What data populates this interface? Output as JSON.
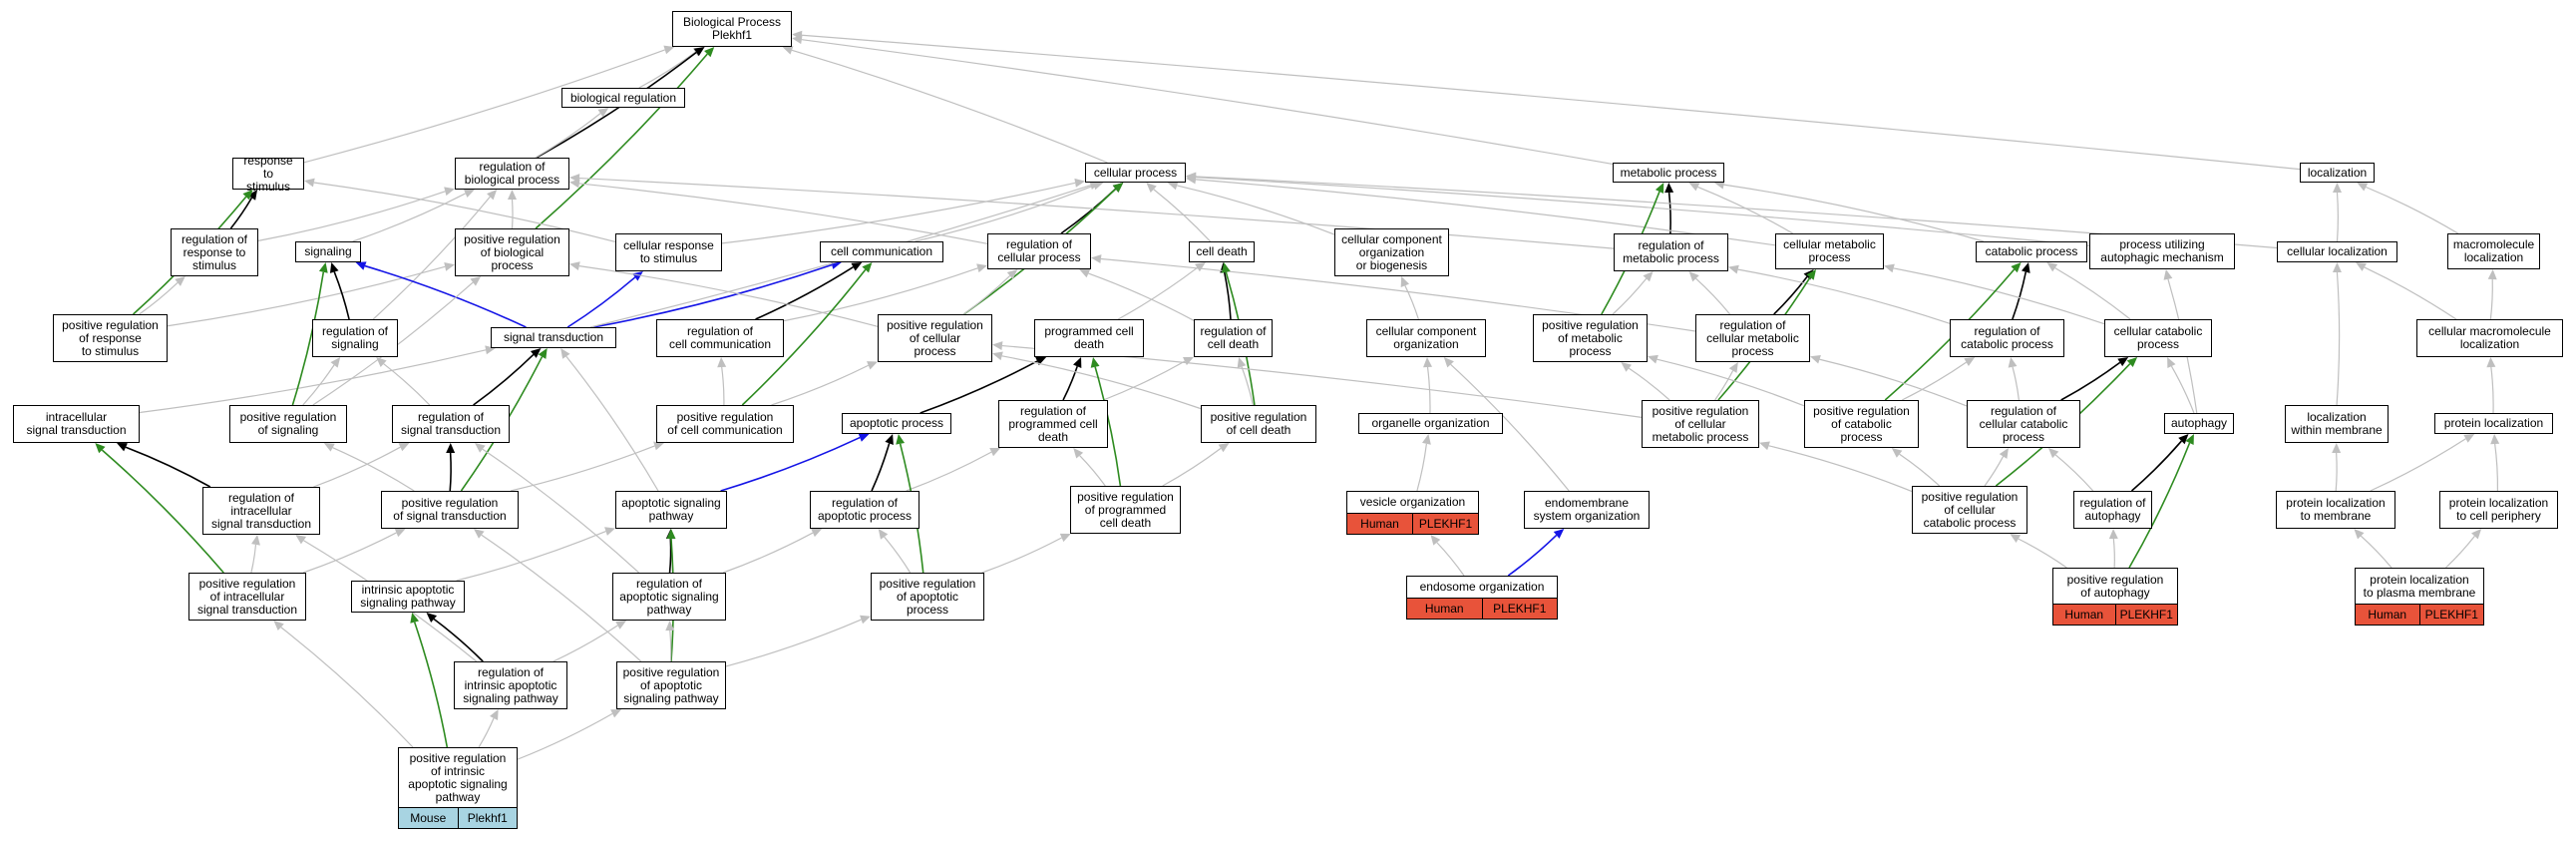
{
  "colors": {
    "edge_default": "#bfbfbf",
    "edge_is_a": "#000000",
    "edge_positive": "#2e8b20",
    "edge_part_of": "#1414e6",
    "human": "#e8533a",
    "mouse": "#a8d4e2"
  },
  "nodes": [
    {
      "id": "bp",
      "label": "Biological Process\nPlekhf1"
    },
    {
      "id": "bioreg",
      "label": "biological regulation"
    },
    {
      "id": "resp_stim",
      "label": "response to\nstimulus"
    },
    {
      "id": "reg_bio",
      "label": "regulation of\nbiological process"
    },
    {
      "id": "cell_proc",
      "label": "cellular process"
    },
    {
      "id": "met_proc",
      "label": "metabolic process"
    },
    {
      "id": "localization",
      "label": "localization"
    },
    {
      "id": "reg_resp",
      "label": "regulation of\nresponse to\nstimulus"
    },
    {
      "id": "signaling",
      "label": "signaling"
    },
    {
      "id": "pos_reg_bio",
      "label": "positive regulation\nof biological\nprocess"
    },
    {
      "id": "cell_resp",
      "label": "cellular response\nto stimulus"
    },
    {
      "id": "cell_comm",
      "label": "cell communication"
    },
    {
      "id": "reg_cell_proc",
      "label": "regulation of\ncellular process"
    },
    {
      "id": "cell_death",
      "label": "cell death"
    },
    {
      "id": "ccob",
      "label": "cellular component\norganization\nor biogenesis"
    },
    {
      "id": "reg_met",
      "label": "regulation of\nmetabolic process"
    },
    {
      "id": "cell_met",
      "label": "cellular metabolic\nprocess"
    },
    {
      "id": "catab",
      "label": "catabolic process"
    },
    {
      "id": "autophag_mech",
      "label": "process utilizing\nautophagic mechanism"
    },
    {
      "id": "cell_local",
      "label": "cellular localization"
    },
    {
      "id": "macro_local",
      "label": "macromolecule\nlocalization"
    },
    {
      "id": "pos_reg_resp",
      "label": "positive regulation\nof response\nto stimulus"
    },
    {
      "id": "reg_signaling",
      "label": "regulation of\nsignaling"
    },
    {
      "id": "sig_trans",
      "label": "signal transduction"
    },
    {
      "id": "reg_cell_comm",
      "label": "regulation of\ncell communication"
    },
    {
      "id": "pos_reg_cell_proc",
      "label": "positive regulation\nof cellular\nprocess"
    },
    {
      "id": "pcd",
      "label": "programmed cell\ndeath"
    },
    {
      "id": "reg_cell_death",
      "label": "regulation of\ncell death"
    },
    {
      "id": "cco",
      "label": "cellular component\norganization"
    },
    {
      "id": "pos_reg_met",
      "label": "positive regulation\nof metabolic\nprocess"
    },
    {
      "id": "reg_cell_met",
      "label": "regulation of\ncellular metabolic\nprocess"
    },
    {
      "id": "reg_catab",
      "label": "regulation of\ncatabolic process"
    },
    {
      "id": "cell_catab",
      "label": "cellular catabolic\nprocess"
    },
    {
      "id": "cell_macro_local",
      "label": "cellular macromolecule\nlocalization"
    },
    {
      "id": "intra_sig",
      "label": "intracellular\nsignal transduction"
    },
    {
      "id": "pos_reg_sig",
      "label": "positive regulation\nof signaling"
    },
    {
      "id": "reg_sig_trans",
      "label": "regulation of\nsignal transduction"
    },
    {
      "id": "pos_reg_cell_comm",
      "label": "positive regulation\nof cell communication"
    },
    {
      "id": "apop",
      "label": "apoptotic process"
    },
    {
      "id": "reg_pcd",
      "label": "regulation of\nprogrammed cell\ndeath"
    },
    {
      "id": "pos_reg_cell_death",
      "label": "positive regulation\nof cell death"
    },
    {
      "id": "org_org",
      "label": "organelle organization"
    },
    {
      "id": "pos_reg_cell_met",
      "label": "positive regulation\nof cellular\nmetabolic process"
    },
    {
      "id": "pos_reg_catab",
      "label": "positive regulation\nof catabolic\nprocess"
    },
    {
      "id": "reg_cell_catab",
      "label": "regulation of\ncellular catabolic\nprocess"
    },
    {
      "id": "autophagy",
      "label": "autophagy"
    },
    {
      "id": "local_in_mem",
      "label": "localization\nwithin membrane"
    },
    {
      "id": "prot_local",
      "label": "protein localization"
    },
    {
      "id": "reg_intra_sig",
      "label": "regulation of\nintracellular\nsignal transduction"
    },
    {
      "id": "pos_reg_sig_trans",
      "label": "positive regulation\nof signal transduction"
    },
    {
      "id": "apop_sig",
      "label": "apoptotic signaling\npathway"
    },
    {
      "id": "reg_apop",
      "label": "regulation of\napoptotic process"
    },
    {
      "id": "pos_reg_pcd",
      "label": "positive regulation\nof programmed\ncell death"
    },
    {
      "id": "vesicle_org",
      "label": "vesicle organization",
      "annotation": [
        "Human",
        "PLEKHF1"
      ]
    },
    {
      "id": "endomem",
      "label": "endomembrane\nsystem organization"
    },
    {
      "id": "pos_reg_cell_catab",
      "label": "positive regulation\nof cellular\ncatabolic process"
    },
    {
      "id": "reg_autophagy",
      "label": "regulation of\nautophagy"
    },
    {
      "id": "prot_local_mem",
      "label": "protein localization\nto membrane"
    },
    {
      "id": "prot_local_periph",
      "label": "protein localization\nto cell periphery"
    },
    {
      "id": "pos_reg_intra_sig",
      "label": "positive regulation\nof intracellular\nsignal transduction"
    },
    {
      "id": "intrinsic_apop",
      "label": "intrinsic apoptotic\nsignaling pathway"
    },
    {
      "id": "reg_apop_sig",
      "label": "regulation of\napoptotic signaling\npathway"
    },
    {
      "id": "pos_reg_apop",
      "label": "positive regulation\nof apoptotic\nprocess"
    },
    {
      "id": "endosome_org",
      "label": "endosome organization",
      "annotation": [
        "Human",
        "PLEKHF1"
      ]
    },
    {
      "id": "pos_reg_autophagy",
      "label": "positive regulation\nof autophagy",
      "annotation": [
        "Human",
        "PLEKHF1"
      ]
    },
    {
      "id": "prot_local_pm",
      "label": "protein localization\nto plasma membrane",
      "annotation": [
        "Human",
        "PLEKHF1"
      ]
    },
    {
      "id": "reg_intrinsic_apop",
      "label": "regulation of\nintrinsic apoptotic\nsignaling pathway"
    },
    {
      "id": "pos_reg_apop_sig",
      "label": "positive regulation\nof apoptotic\nsignaling pathway"
    },
    {
      "id": "pos_reg_intrinsic_apop",
      "label": "positive regulation\nof intrinsic\napoptotic signaling\npathway",
      "annotation": [
        "Mouse",
        "Plekhf1"
      ]
    }
  ],
  "edges": [
    {
      "from": "bioreg",
      "to": "bp",
      "type": "default"
    },
    {
      "from": "resp_stim",
      "to": "bp",
      "type": "default"
    },
    {
      "from": "reg_bio",
      "to": "bp",
      "type": "is_a"
    },
    {
      "from": "reg_bio",
      "to": "bioreg",
      "type": "default"
    },
    {
      "from": "pos_reg_bio",
      "to": "bp",
      "type": "positive"
    },
    {
      "from": "cell_proc",
      "to": "bp",
      "type": "default"
    },
    {
      "from": "met_proc",
      "to": "bp",
      "type": "default"
    },
    {
      "from": "localization",
      "to": "bp",
      "type": "default"
    },
    {
      "from": "reg_resp",
      "to": "resp_stim",
      "type": "is_a"
    },
    {
      "from": "reg_resp",
      "to": "reg_bio",
      "type": "default"
    },
    {
      "from": "pos_reg_resp",
      "to": "resp_stim",
      "type": "positive"
    },
    {
      "from": "pos_reg_resp",
      "to": "reg_resp",
      "type": "default"
    },
    {
      "from": "pos_reg_resp",
      "to": "pos_reg_bio",
      "type": "default"
    },
    {
      "from": "cell_resp",
      "to": "resp_stim",
      "type": "default"
    },
    {
      "from": "cell_resp",
      "to": "cell_proc",
      "type": "default"
    },
    {
      "from": "signaling",
      "to": "reg_bio",
      "type": "default"
    },
    {
      "from": "pos_reg_bio",
      "to": "reg_bio",
      "type": "default"
    },
    {
      "from": "cell_comm",
      "to": "cell_proc",
      "type": "default"
    },
    {
      "from": "reg_cell_proc",
      "to": "cell_proc",
      "type": "is_a"
    },
    {
      "from": "reg_cell_proc",
      "to": "reg_bio",
      "type": "default"
    },
    {
      "from": "cell_death",
      "to": "cell_proc",
      "type": "default"
    },
    {
      "from": "ccob",
      "to": "cell_proc",
      "type": "default"
    },
    {
      "from": "reg_met",
      "to": "met_proc",
      "type": "is_a"
    },
    {
      "from": "reg_met",
      "to": "reg_bio",
      "type": "default"
    },
    {
      "from": "cell_met",
      "to": "met_proc",
      "type": "default"
    },
    {
      "from": "cell_met",
      "to": "cell_proc",
      "type": "default"
    },
    {
      "from": "catab",
      "to": "met_proc",
      "type": "default"
    },
    {
      "from": "autophag_mech",
      "to": "cell_proc",
      "type": "default"
    },
    {
      "from": "cell_local",
      "to": "localization",
      "type": "default"
    },
    {
      "from": "cell_local",
      "to": "cell_proc",
      "type": "default"
    },
    {
      "from": "macro_local",
      "to": "localization",
      "type": "default"
    },
    {
      "from": "reg_signaling",
      "to": "signaling",
      "type": "is_a"
    },
    {
      "from": "reg_signaling",
      "to": "reg_bio",
      "type": "default"
    },
    {
      "from": "sig_trans",
      "to": "signaling",
      "type": "part_of"
    },
    {
      "from": "sig_trans",
      "to": "cell_resp",
      "type": "part_of"
    },
    {
      "from": "sig_trans",
      "to": "cell_comm",
      "type": "part_of"
    },
    {
      "from": "sig_trans",
      "to": "cell_proc",
      "type": "default"
    },
    {
      "from": "reg_cell_comm",
      "to": "cell_comm",
      "type": "is_a"
    },
    {
      "from": "reg_cell_comm",
      "to": "reg_cell_proc",
      "type": "default"
    },
    {
      "from": "pos_reg_cell_proc",
      "to": "cell_proc",
      "type": "positive"
    },
    {
      "from": "pos_reg_cell_proc",
      "to": "reg_cell_proc",
      "type": "default"
    },
    {
      "from": "pos_reg_cell_proc",
      "to": "pos_reg_bio",
      "type": "default"
    },
    {
      "from": "pcd",
      "to": "cell_death",
      "type": "default"
    },
    {
      "from": "reg_cell_death",
      "to": "cell_death",
      "type": "is_a"
    },
    {
      "from": "reg_cell_death",
      "to": "reg_cell_proc",
      "type": "default"
    },
    {
      "from": "cco",
      "to": "ccob",
      "type": "default"
    },
    {
      "from": "pos_reg_met",
      "to": "met_proc",
      "type": "positive"
    },
    {
      "from": "pos_reg_met",
      "to": "reg_met",
      "type": "default"
    },
    {
      "from": "reg_cell_met",
      "to": "cell_met",
      "type": "is_a"
    },
    {
      "from": "reg_cell_met",
      "to": "reg_met",
      "type": "default"
    },
    {
      "from": "reg_cell_met",
      "to": "reg_cell_proc",
      "type": "default"
    },
    {
      "from": "reg_catab",
      "to": "catab",
      "type": "is_a"
    },
    {
      "from": "reg_catab",
      "to": "reg_met",
      "type": "default"
    },
    {
      "from": "cell_catab",
      "to": "catab",
      "type": "default"
    },
    {
      "from": "cell_catab",
      "to": "cell_met",
      "type": "default"
    },
    {
      "from": "cell_macro_local",
      "to": "macro_local",
      "type": "default"
    },
    {
      "from": "cell_macro_local",
      "to": "cell_local",
      "type": "default"
    },
    {
      "from": "intra_sig",
      "to": "sig_trans",
      "type": "default"
    },
    {
      "from": "pos_reg_sig",
      "to": "signaling",
      "type": "positive"
    },
    {
      "from": "pos_reg_sig",
      "to": "reg_signaling",
      "type": "default"
    },
    {
      "from": "pos_reg_sig",
      "to": "pos_reg_bio",
      "type": "default"
    },
    {
      "from": "reg_sig_trans",
      "to": "sig_trans",
      "type": "is_a"
    },
    {
      "from": "reg_sig_trans",
      "to": "reg_signaling",
      "type": "default"
    },
    {
      "from": "pos_reg_cell_comm",
      "to": "cell_comm",
      "type": "positive"
    },
    {
      "from": "pos_reg_cell_comm",
      "to": "reg_cell_comm",
      "type": "default"
    },
    {
      "from": "pos_reg_cell_comm",
      "to": "pos_reg_cell_proc",
      "type": "default"
    },
    {
      "from": "apop",
      "to": "pcd",
      "type": "is_a"
    },
    {
      "from": "reg_pcd",
      "to": "pcd",
      "type": "is_a"
    },
    {
      "from": "reg_pcd",
      "to": "reg_cell_death",
      "type": "default"
    },
    {
      "from": "pos_reg_cell_death",
      "to": "cell_death",
      "type": "positive"
    },
    {
      "from": "pos_reg_cell_death",
      "to": "reg_cell_death",
      "type": "default"
    },
    {
      "from": "pos_reg_cell_death",
      "to": "pos_reg_cell_proc",
      "type": "default"
    },
    {
      "from": "org_org",
      "to": "cco",
      "type": "default"
    },
    {
      "from": "pos_reg_cell_met",
      "to": "cell_met",
      "type": "positive"
    },
    {
      "from": "pos_reg_cell_met",
      "to": "reg_cell_met",
      "type": "default"
    },
    {
      "from": "pos_reg_cell_met",
      "to": "pos_reg_met",
      "type": "default"
    },
    {
      "from": "pos_reg_cell_met",
      "to": "pos_reg_cell_proc",
      "type": "default"
    },
    {
      "from": "pos_reg_catab",
      "to": "catab",
      "type": "positive"
    },
    {
      "from": "pos_reg_catab",
      "to": "reg_catab",
      "type": "default"
    },
    {
      "from": "pos_reg_catab",
      "to": "pos_reg_met",
      "type": "default"
    },
    {
      "from": "reg_cell_catab",
      "to": "cell_catab",
      "type": "is_a"
    },
    {
      "from": "reg_cell_catab",
      "to": "reg_catab",
      "type": "default"
    },
    {
      "from": "reg_cell_catab",
      "to": "reg_cell_met",
      "type": "default"
    },
    {
      "from": "autophagy",
      "to": "cell_catab",
      "type": "default"
    },
    {
      "from": "autophagy",
      "to": "autophag_mech",
      "type": "default"
    },
    {
      "from": "local_in_mem",
      "to": "cell_local",
      "type": "default"
    },
    {
      "from": "prot_local",
      "to": "cell_macro_local",
      "type": "default"
    },
    {
      "from": "reg_intra_sig",
      "to": "intra_sig",
      "type": "is_a"
    },
    {
      "from": "reg_intra_sig",
      "to": "reg_sig_trans",
      "type": "default"
    },
    {
      "from": "pos_reg_sig_trans",
      "to": "sig_trans",
      "type": "positive"
    },
    {
      "from": "pos_reg_sig_trans",
      "to": "reg_sig_trans",
      "type": "is_a"
    },
    {
      "from": "pos_reg_sig_trans",
      "to": "pos_reg_sig",
      "type": "default"
    },
    {
      "from": "pos_reg_sig_trans",
      "to": "pos_reg_cell_comm",
      "type": "default"
    },
    {
      "from": "apop_sig",
      "to": "apop",
      "type": "part_of"
    },
    {
      "from": "apop_sig",
      "to": "sig_trans",
      "type": "default"
    },
    {
      "from": "reg_apop",
      "to": "apop",
      "type": "is_a"
    },
    {
      "from": "reg_apop",
      "to": "reg_pcd",
      "type": "default"
    },
    {
      "from": "pos_reg_pcd",
      "to": "pcd",
      "type": "positive"
    },
    {
      "from": "pos_reg_pcd",
      "to": "reg_pcd",
      "type": "default"
    },
    {
      "from": "pos_reg_pcd",
      "to": "pos_reg_cell_death",
      "type": "default"
    },
    {
      "from": "vesicle_org",
      "to": "org_org",
      "type": "default"
    },
    {
      "from": "endomem",
      "to": "cco",
      "type": "default"
    },
    {
      "from": "pos_reg_cell_catab",
      "to": "cell_catab",
      "type": "positive"
    },
    {
      "from": "pos_reg_cell_catab",
      "to": "reg_cell_catab",
      "type": "default"
    },
    {
      "from": "pos_reg_cell_catab",
      "to": "pos_reg_catab",
      "type": "default"
    },
    {
      "from": "pos_reg_cell_catab",
      "to": "pos_reg_cell_met",
      "type": "default"
    },
    {
      "from": "reg_autophagy",
      "to": "autophagy",
      "type": "is_a"
    },
    {
      "from": "reg_autophagy",
      "to": "reg_cell_catab",
      "type": "default"
    },
    {
      "from": "prot_local_mem",
      "to": "local_in_mem",
      "type": "default"
    },
    {
      "from": "prot_local_mem",
      "to": "prot_local",
      "type": "default"
    },
    {
      "from": "prot_local_periph",
      "to": "prot_local",
      "type": "default"
    },
    {
      "from": "pos_reg_intra_sig",
      "to": "intra_sig",
      "type": "positive"
    },
    {
      "from": "pos_reg_intra_sig",
      "to": "reg_intra_sig",
      "type": "default"
    },
    {
      "from": "pos_reg_intra_sig",
      "to": "pos_reg_sig_trans",
      "type": "default"
    },
    {
      "from": "intrinsic_apop",
      "to": "apop_sig",
      "type": "default"
    },
    {
      "from": "reg_apop_sig",
      "to": "apop_sig",
      "type": "is_a"
    },
    {
      "from": "reg_apop_sig",
      "to": "reg_apop",
      "type": "default"
    },
    {
      "from": "reg_apop_sig",
      "to": "reg_sig_trans",
      "type": "default"
    },
    {
      "from": "pos_reg_apop",
      "to": "apop",
      "type": "positive"
    },
    {
      "from": "pos_reg_apop",
      "to": "reg_apop",
      "type": "default"
    },
    {
      "from": "pos_reg_apop",
      "to": "pos_reg_pcd",
      "type": "default"
    },
    {
      "from": "endosome_org",
      "to": "vesicle_org",
      "type": "default"
    },
    {
      "from": "endosome_org",
      "to": "endomem",
      "type": "part_of"
    },
    {
      "from": "pos_reg_autophagy",
      "to": "autophagy",
      "type": "positive"
    },
    {
      "from": "pos_reg_autophagy",
      "to": "reg_autophagy",
      "type": "default"
    },
    {
      "from": "pos_reg_autophagy",
      "to": "pos_reg_cell_catab",
      "type": "default"
    },
    {
      "from": "prot_local_pm",
      "to": "prot_local_mem",
      "type": "default"
    },
    {
      "from": "prot_local_pm",
      "to": "prot_local_periph",
      "type": "default"
    },
    {
      "from": "reg_intrinsic_apop",
      "to": "intrinsic_apop",
      "type": "is_a"
    },
    {
      "from": "reg_intrinsic_apop",
      "to": "reg_apop_sig",
      "type": "default"
    },
    {
      "from": "reg_intrinsic_apop",
      "to": "reg_intra_sig",
      "type": "default"
    },
    {
      "from": "pos_reg_apop_sig",
      "to": "apop_sig",
      "type": "positive"
    },
    {
      "from": "pos_reg_apop_sig",
      "to": "reg_apop_sig",
      "type": "default"
    },
    {
      "from": "pos_reg_apop_sig",
      "to": "pos_reg_apop",
      "type": "default"
    },
    {
      "from": "pos_reg_apop_sig",
      "to": "pos_reg_sig_trans",
      "type": "default"
    },
    {
      "from": "pos_reg_intrinsic_apop",
      "to": "intrinsic_apop",
      "type": "positive"
    },
    {
      "from": "pos_reg_intrinsic_apop",
      "to": "reg_intrinsic_apop",
      "type": "default"
    },
    {
      "from": "pos_reg_intrinsic_apop",
      "to": "pos_reg_apop_sig",
      "type": "default"
    },
    {
      "from": "pos_reg_intrinsic_apop",
      "to": "pos_reg_intra_sig",
      "type": "default"
    }
  ]
}
